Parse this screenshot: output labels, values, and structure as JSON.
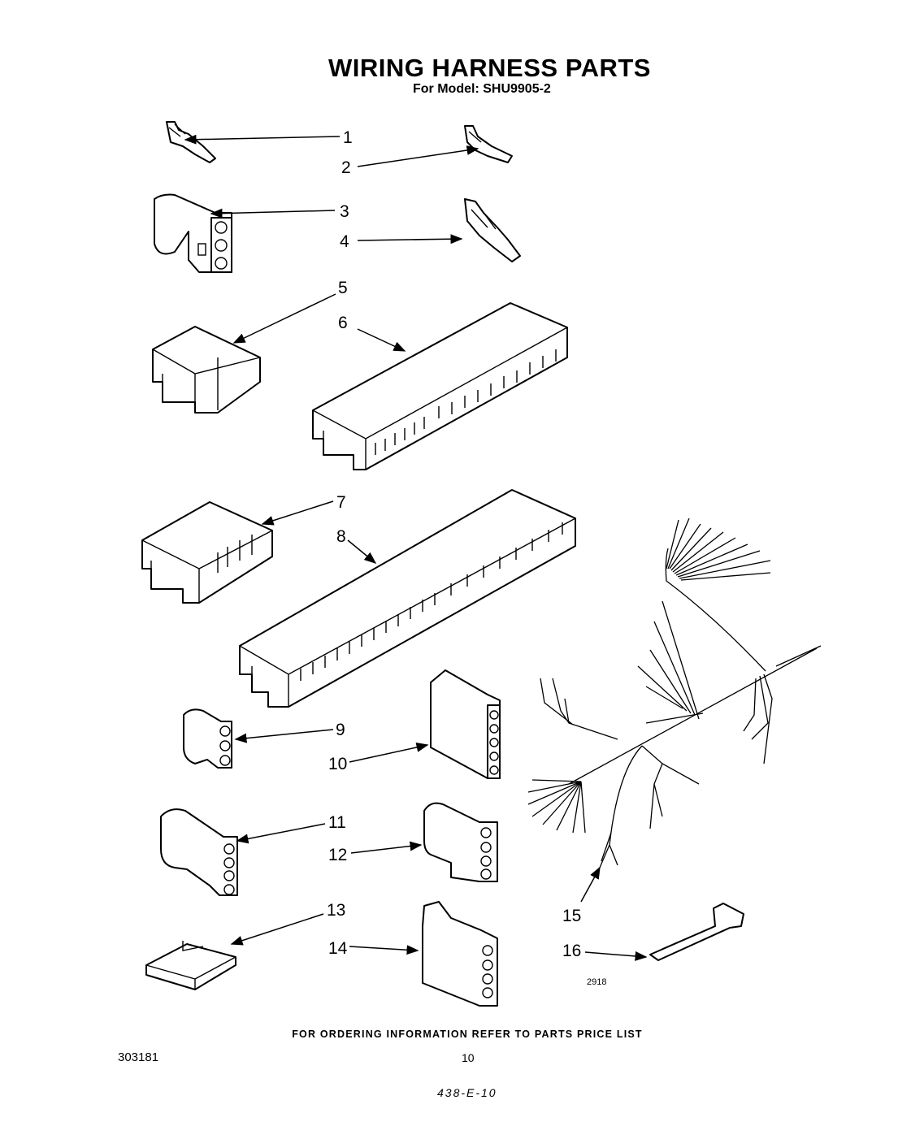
{
  "header": {
    "title": "WIRING HARNESS PARTS",
    "subtitle": "For Model: SHU9905-2"
  },
  "callouts": [
    "1",
    "2",
    "3",
    "4",
    "5",
    "6",
    "7",
    "8",
    "9",
    "10",
    "11",
    "12",
    "13",
    "14",
    "15",
    "16"
  ],
  "figure_code": "2918",
  "footer": {
    "ordering_note": "FOR ORDERING INFORMATION REFER TO PARTS PRICE LIST",
    "document_number": "303181",
    "page_number": "10",
    "handwritten_code": "438-E-10"
  }
}
